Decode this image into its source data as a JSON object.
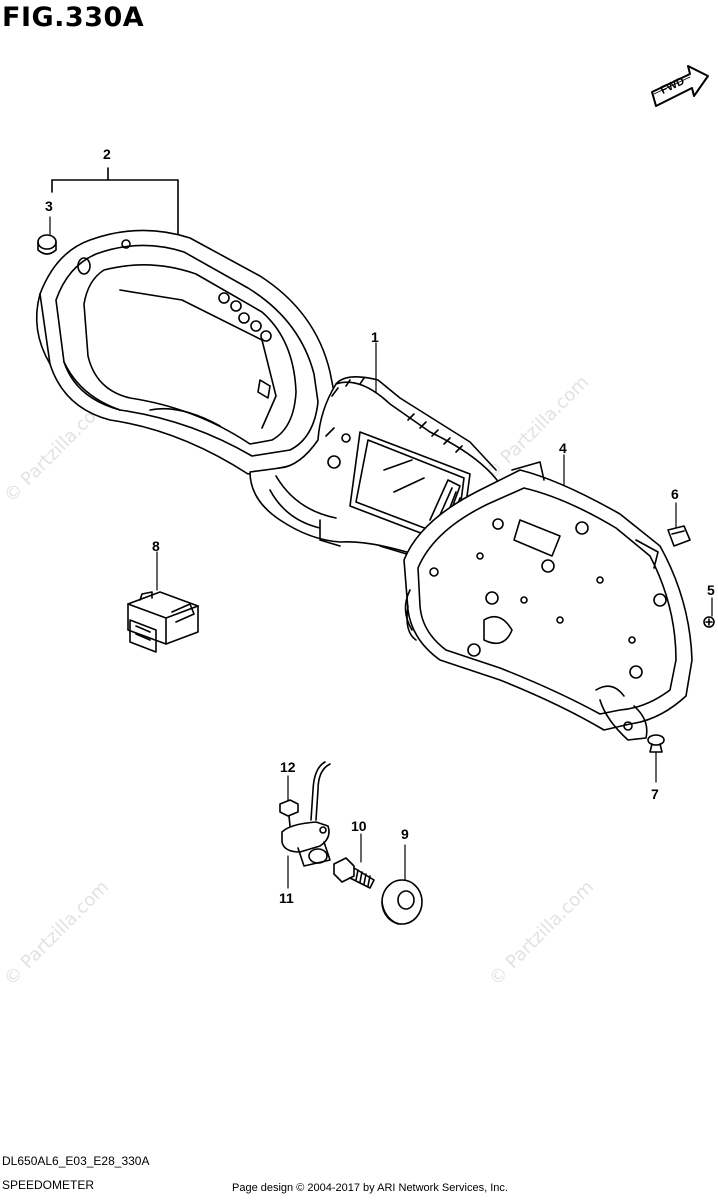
{
  "figure": {
    "title": "FIG.330A",
    "fwd_label": "FWD"
  },
  "callouts": [
    {
      "id": "c1",
      "text": "1"
    },
    {
      "id": "c2",
      "text": "2"
    },
    {
      "id": "c3",
      "text": "3"
    },
    {
      "id": "c4",
      "text": "4"
    },
    {
      "id": "c5",
      "text": "5"
    },
    {
      "id": "c6",
      "text": "6"
    },
    {
      "id": "c7",
      "text": "7"
    },
    {
      "id": "c8",
      "text": "8"
    },
    {
      "id": "c9",
      "text": "9"
    },
    {
      "id": "c10",
      "text": "10"
    },
    {
      "id": "c11",
      "text": "11"
    },
    {
      "id": "c12",
      "text": "12"
    }
  ],
  "watermark": "© Partzilla.com",
  "footer": {
    "model_code": "DL650AL6_E03_E28_330A",
    "section_name": "SPEEDOMETER",
    "page_credit": "Page design © 2004-2017 by ARI Network Services, Inc."
  }
}
